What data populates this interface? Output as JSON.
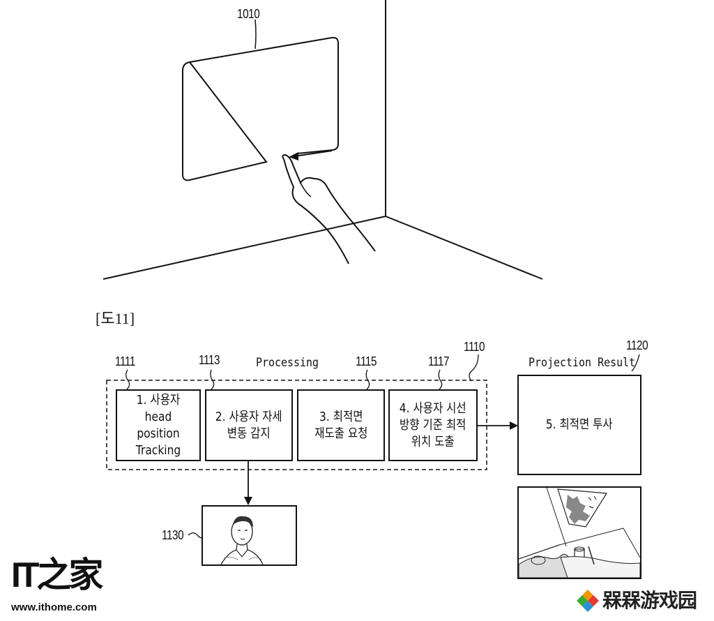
{
  "top_figure": {
    "ref_label": "1010"
  },
  "figure_caption": "[도11]",
  "processing": {
    "group_ref": "1110",
    "title": "Processing",
    "steps": [
      {
        "ref": "1111",
        "text": "1. 사용자\nhead position\nTracking"
      },
      {
        "ref": "1113",
        "text": "2. 사용자 자세\n변동 감지"
      },
      {
        "ref": "1115",
        "text": "3. 최적면\n재도출 요청"
      },
      {
        "ref": "1117",
        "text": "4. 사용자 시선\n방향 기준 최적\n위치 도출"
      }
    ]
  },
  "projection": {
    "ref": "1120",
    "title": "Projection Result",
    "step_text": "5. 최적면 투사"
  },
  "camera": {
    "ref": "1130"
  },
  "watermarks": {
    "ithome_logo": "IT之家",
    "ithome_url": "www.ithome.com",
    "game_site": "槑槑游戏园"
  },
  "colors": {
    "line": "#111111",
    "background": "#ffffff",
    "logo_orange": "#f29400",
    "logo_red": "#e8382f",
    "logo_green": "#3aaa35",
    "logo_blue": "#2a8fd6"
  }
}
